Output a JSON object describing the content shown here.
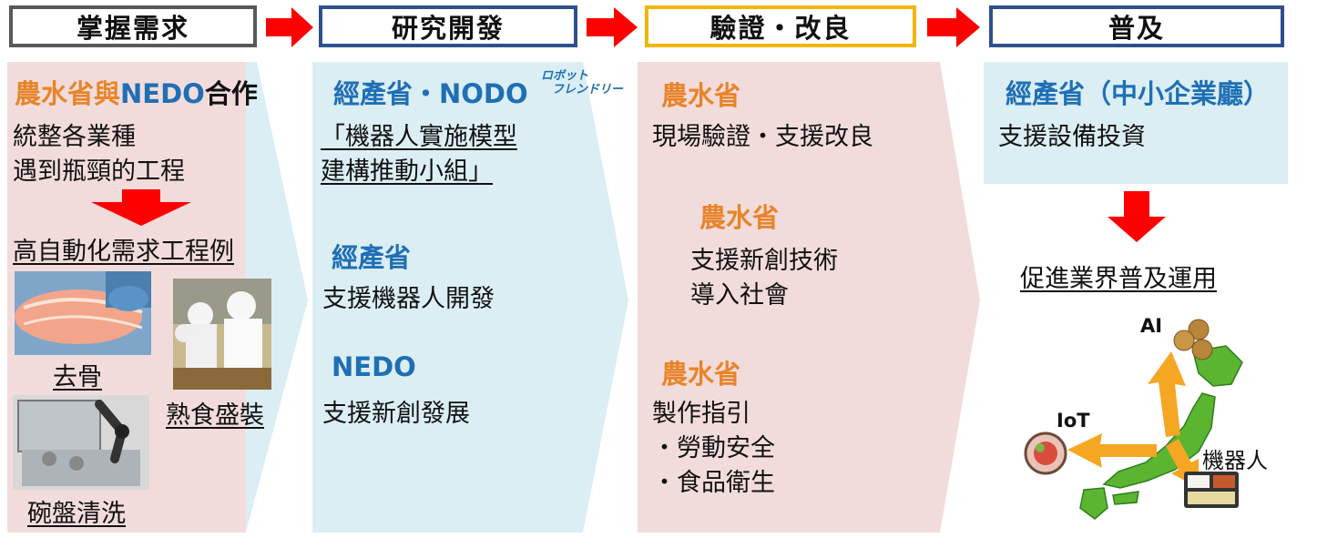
{
  "steps": [
    {
      "label": "掌握需求",
      "border": "#595959"
    },
    {
      "label": "研究開發",
      "border": "#2f4f8f"
    },
    {
      "label": "驗證・改良",
      "border": "#f2b600"
    },
    {
      "label": "普及",
      "border": "#2f4f8f"
    }
  ],
  "arrow_color": "#ff0000",
  "col1": {
    "title_a": "農水省與",
    "title_b": "NEDO",
    "title_c": "合作",
    "line1": "統整各業種",
    "line2": "遇到瓶頸的工程",
    "subhead": "高自動化需求工程例",
    "photo1": "去骨",
    "photo2": "熟食盛裝",
    "photo3": "碗盤清洗"
  },
  "col2": {
    "org1": "經產省・NODO",
    "logo_line1": "ロボット",
    "logo_line2": "フレンドリー",
    "group_line1": "「機器人實施模型",
    "group_line2": "建構推動小組」",
    "org2": "經產省",
    "org2_text": "支援機器人開發",
    "org3": "NEDO",
    "org3_text": "支援新創發展"
  },
  "col3": {
    "org1": "農水省",
    "org1_text": "現場驗證・支援改良",
    "org2": "農水省",
    "org2_line1": "支援新創技術",
    "org2_line2": "導入社會",
    "org3": "農水省",
    "org3_line1": "製作指引",
    "org3_line2": "・勞動安全",
    "org3_line3": "・食品衛生"
  },
  "col4": {
    "org": "經產省（中小企業廳）",
    "org_text": "支援設備投資",
    "result": "促進業界普及運用",
    "ai": "AI",
    "iot": "IoT",
    "robot": "機器人"
  },
  "colors": {
    "pink_bg": "#f2dcdb",
    "blue_bg": "#dbeef4",
    "orange": "#e8842a",
    "blue_text": "#1f6fb5",
    "map_green": "#5cb531"
  }
}
